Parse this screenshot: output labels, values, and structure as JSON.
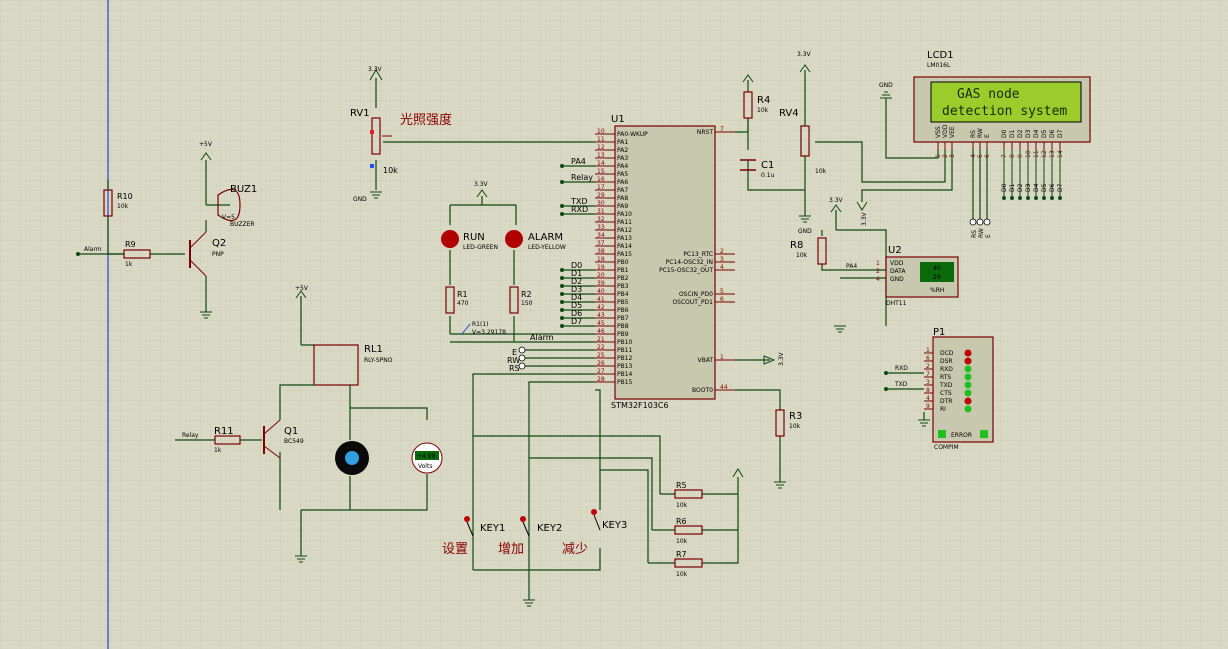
{
  "colors": {
    "grid_bg": "#d8d8c4",
    "wire": "#0d4a10",
    "part": "#7a0000",
    "lcd": "#9acc2c",
    "led": "#c00000"
  },
  "mcu": {
    "ref": "U1",
    "type": "STM32F103C6",
    "left_pins": [
      {
        "num": "10",
        "name": "PA0-WKUP"
      },
      {
        "num": "11",
        "name": "PA1"
      },
      {
        "num": "12",
        "name": "PA2"
      },
      {
        "num": "13",
        "name": "PA3"
      },
      {
        "num": "14",
        "name": "PA4"
      },
      {
        "num": "15",
        "name": "PA5"
      },
      {
        "num": "16",
        "name": "PA6"
      },
      {
        "num": "17",
        "name": "PA7"
      },
      {
        "num": "29",
        "name": "PA8"
      },
      {
        "num": "30",
        "name": "PA9"
      },
      {
        "num": "31",
        "name": "PA10"
      },
      {
        "num": "32",
        "name": "PA11"
      },
      {
        "num": "33",
        "name": "PA12"
      },
      {
        "num": "34",
        "name": "PA13"
      },
      {
        "num": "37",
        "name": "PA14"
      },
      {
        "num": "38",
        "name": "PA15"
      },
      {
        "num": "18",
        "name": "PB0"
      },
      {
        "num": "19",
        "name": "PB1"
      },
      {
        "num": "20",
        "name": "PB2"
      },
      {
        "num": "39",
        "name": "PB3"
      },
      {
        "num": "40",
        "name": "PB4"
      },
      {
        "num": "41",
        "name": "PB5"
      },
      {
        "num": "42",
        "name": "PB6"
      },
      {
        "num": "43",
        "name": "PB7"
      },
      {
        "num": "45",
        "name": "PB8"
      },
      {
        "num": "46",
        "name": "PB9"
      },
      {
        "num": "21",
        "name": "PB10"
      },
      {
        "num": "22",
        "name": "PB11"
      },
      {
        "num": "25",
        "name": "PB12"
      },
      {
        "num": "26",
        "name": "PB13"
      },
      {
        "num": "27",
        "name": "PB14"
      },
      {
        "num": "28",
        "name": "PB15"
      }
    ],
    "right_pins": [
      {
        "num": "7",
        "name": "NRST"
      },
      {
        "num": "2",
        "name": "PC13_RTC"
      },
      {
        "num": "3",
        "name": "PC14-OSC32_IN"
      },
      {
        "num": "4",
        "name": "PC15-OSC32_OUT"
      },
      {
        "num": "5",
        "name": "OSCIN_PD0"
      },
      {
        "num": "6",
        "name": "OSCOUT_PD1"
      },
      {
        "num": "1",
        "name": "VBAT"
      },
      {
        "num": "44",
        "name": "BOOT0"
      }
    ],
    "net_labels": [
      "PA4",
      "Relay",
      "TXD",
      "RXD",
      "D0",
      "D1",
      "D2",
      "D3",
      "D4",
      "D5",
      "D6",
      "D7",
      "Alarm",
      "E",
      "RW",
      "RS"
    ]
  },
  "lcd": {
    "ref": "LCD1",
    "type": "LM016L",
    "line1": "GAS node",
    "line2": "detection system",
    "pins": [
      "VSS",
      "VDD",
      "VEE",
      "RS",
      "RW",
      "E",
      "D0",
      "D1",
      "D2",
      "D3",
      "D4",
      "D5",
      "D6",
      "D7"
    ],
    "pin_nums": [
      "1",
      "2",
      "3",
      "4",
      "5",
      "6",
      "7",
      "8",
      "9",
      "10",
      "11",
      "12",
      "13",
      "14"
    ]
  },
  "dht": {
    "ref": "U2",
    "type": "DHT11",
    "pins": [
      "VDD",
      "DATA",
      "GND"
    ],
    "pin_nums": [
      "1",
      "2",
      "4"
    ],
    "reading1": "40",
    "reading2": "29",
    "pct": "%RH"
  },
  "com": {
    "ref": "P1",
    "type": "COMPIM",
    "pins": [
      "DCD",
      "DSR",
      "RXD",
      "RTS",
      "TXD",
      "CTS",
      "DTR",
      "RI"
    ],
    "pin_nums": [
      "1",
      "6",
      "2",
      "7",
      "3",
      "8",
      "4",
      "9"
    ],
    "error": "ERROR",
    "rxd": "RXD",
    "txd": "TXD"
  },
  "parts": {
    "rv1": {
      "ref": "RV1",
      "val": "10k",
      "label": "光照强度"
    },
    "rv4": {
      "ref": "RV4",
      "val": "10k"
    },
    "r4": {
      "ref": "R4",
      "val": "10k"
    },
    "c1": {
      "ref": "C1",
      "val": "0.1u"
    },
    "r8": {
      "ref": "R8",
      "val": "10k"
    },
    "r3": {
      "ref": "R3",
      "val": "10k"
    },
    "r1": {
      "ref": "R1",
      "val": "470"
    },
    "r2": {
      "ref": "R2",
      "val": "150"
    },
    "r9": {
      "ref": "R9",
      "val": "1k"
    },
    "r10": {
      "ref": "R10",
      "val": "10k"
    },
    "r11": {
      "ref": "R11",
      "val": "1k"
    },
    "r5": {
      "ref": "R5",
      "val": "10k"
    },
    "r6": {
      "ref": "R6",
      "val": "10k"
    },
    "r7": {
      "ref": "R7",
      "val": "10k"
    },
    "q1": {
      "ref": "Q1",
      "val": "BC549"
    },
    "q2": {
      "ref": "Q2",
      "val": "PNP"
    },
    "buz": {
      "ref": "BUZ1",
      "val": "BUZZER",
      "probe": "V=5"
    },
    "rl1": {
      "ref": "RL1",
      "val": "RLY-SPNO"
    },
    "run": {
      "ref": "RUN",
      "val": "LED-GREEN"
    },
    "alarm": {
      "ref": "ALARM",
      "val": "LED-YELLOW"
    },
    "probe": {
      "ref": "R1(1)",
      "val": "V=3.29178"
    },
    "volt": {
      "reading": "+4.98",
      "unit": "Volts"
    },
    "key1": {
      "ref": "KEY1",
      "label": "设置"
    },
    "key2": {
      "ref": "KEY2",
      "label": "增加"
    },
    "key3": {
      "ref": "KEY3",
      "label": "减少"
    }
  },
  "power": {
    "v33": "3.3V",
    "v5": "+5V",
    "gnd": "GND"
  },
  "net": {
    "alarm": "Alarm",
    "relay": "Relay",
    "pa4": "PA4",
    "txd": "TXD",
    "rxd": "RXD",
    "rs": "RS",
    "rw": "RW",
    "e": "E"
  }
}
